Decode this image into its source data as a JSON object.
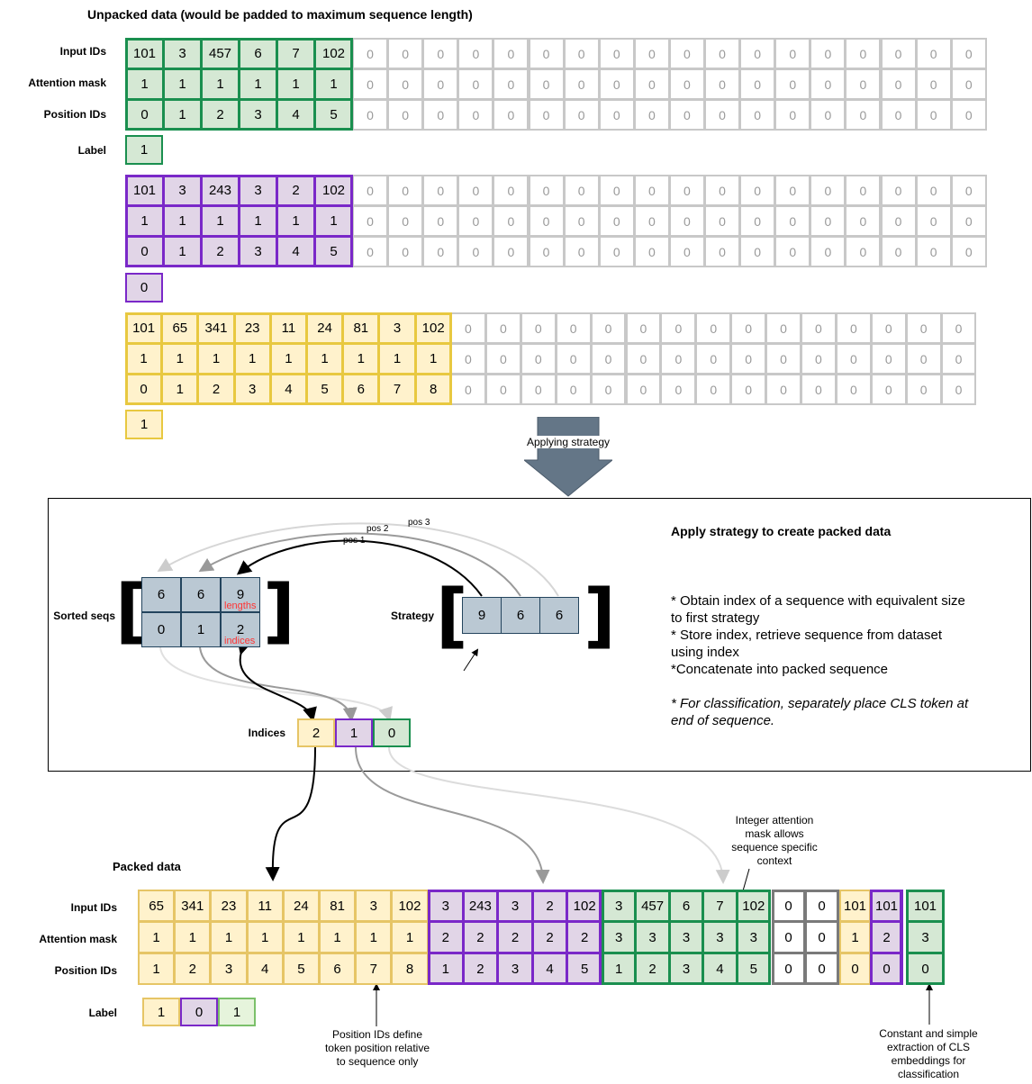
{
  "header_title": "Unpacked data (would be padded to maximum sequence length)",
  "row_labels": {
    "input_ids": "Input IDs",
    "attention_mask": "Attention mask",
    "position_ids": "Position IDs",
    "label": "Label"
  },
  "pad_value": "0",
  "unpacked": [
    {
      "input_ids": [
        "101",
        "3",
        "457",
        "6",
        "7",
        "102"
      ],
      "attention_mask": [
        "1",
        "1",
        "1",
        "1",
        "1",
        "1"
      ],
      "position_ids": [
        "0",
        "1",
        "2",
        "3",
        "4",
        "5"
      ],
      "label": "1",
      "color": "#1a8f4f",
      "fill": "#d5e8d4"
    },
    {
      "input_ids": [
        "101",
        "3",
        "243",
        "3",
        "2",
        "102"
      ],
      "attention_mask": [
        "1",
        "1",
        "1",
        "1",
        "1",
        "1"
      ],
      "position_ids": [
        "0",
        "1",
        "2",
        "3",
        "4",
        "5"
      ],
      "label": "0",
      "color": "#7a28c8",
      "fill": "#e1d5e7"
    },
    {
      "input_ids": [
        "101",
        "65",
        "341",
        "23",
        "11",
        "24",
        "81",
        "3",
        "102"
      ],
      "attention_mask": [
        "1",
        "1",
        "1",
        "1",
        "1",
        "1",
        "1",
        "1",
        "1"
      ],
      "position_ids": [
        "0",
        "1",
        "2",
        "3",
        "4",
        "5",
        "6",
        "7",
        "8"
      ],
      "label": "1",
      "color": "#e8c840",
      "fill": "#fff2cc"
    }
  ],
  "applying_strategy": "Applying strategy",
  "strategy_box": {
    "title": "Apply strategy to create packed data",
    "bullets": [
      "* Obtain index of a sequence with equivalent size to first strategy",
      "* Store index, retrieve sequence from dataset using index",
      "*Concatenate into packed sequence"
    ],
    "note": "* For classification, separately place CLS token at end of sequence.",
    "sorted_seqs_label": "Sorted seqs",
    "sorted_lengths": [
      "6",
      "6",
      "9"
    ],
    "sorted_indices": [
      "0",
      "1",
      "2"
    ],
    "lengths_tag": "lengths",
    "indices_tag": "indices",
    "strategy_label": "Strategy",
    "strategy_values": [
      "9",
      "6",
      "6"
    ],
    "pos_labels": [
      "pos 1",
      "pos 2",
      "pos 3"
    ],
    "indices_label": "Indices",
    "indices_values": [
      "2",
      "1",
      "0"
    ]
  },
  "packed": {
    "title": "Packed data",
    "input_ids": [
      "65",
      "341",
      "23",
      "11",
      "24",
      "81",
      "3",
      "102",
      "3",
      "243",
      "3",
      "2",
      "102",
      "3",
      "457",
      "6",
      "7",
      "102",
      "0",
      "0",
      "101",
      "101",
      "101"
    ],
    "attention_mask": [
      "1",
      "1",
      "1",
      "1",
      "1",
      "1",
      "1",
      "1",
      "2",
      "2",
      "2",
      "2",
      "2",
      "3",
      "3",
      "3",
      "3",
      "3",
      "0",
      "0",
      "1",
      "2",
      "3"
    ],
    "position_ids": [
      "1",
      "2",
      "3",
      "4",
      "5",
      "6",
      "7",
      "8",
      "1",
      "2",
      "3",
      "4",
      "5",
      "1",
      "2",
      "3",
      "4",
      "5",
      "0",
      "0",
      "0",
      "0",
      "0"
    ],
    "labels": [
      "1",
      "0",
      "1"
    ]
  },
  "annotations": {
    "integer_mask": "Integer attention mask allows sequence specific context",
    "position_ids_note": "Position IDs define token position relative to sequence only",
    "cls_note": "Constant and simple extraction of CLS embeddings for classification"
  }
}
